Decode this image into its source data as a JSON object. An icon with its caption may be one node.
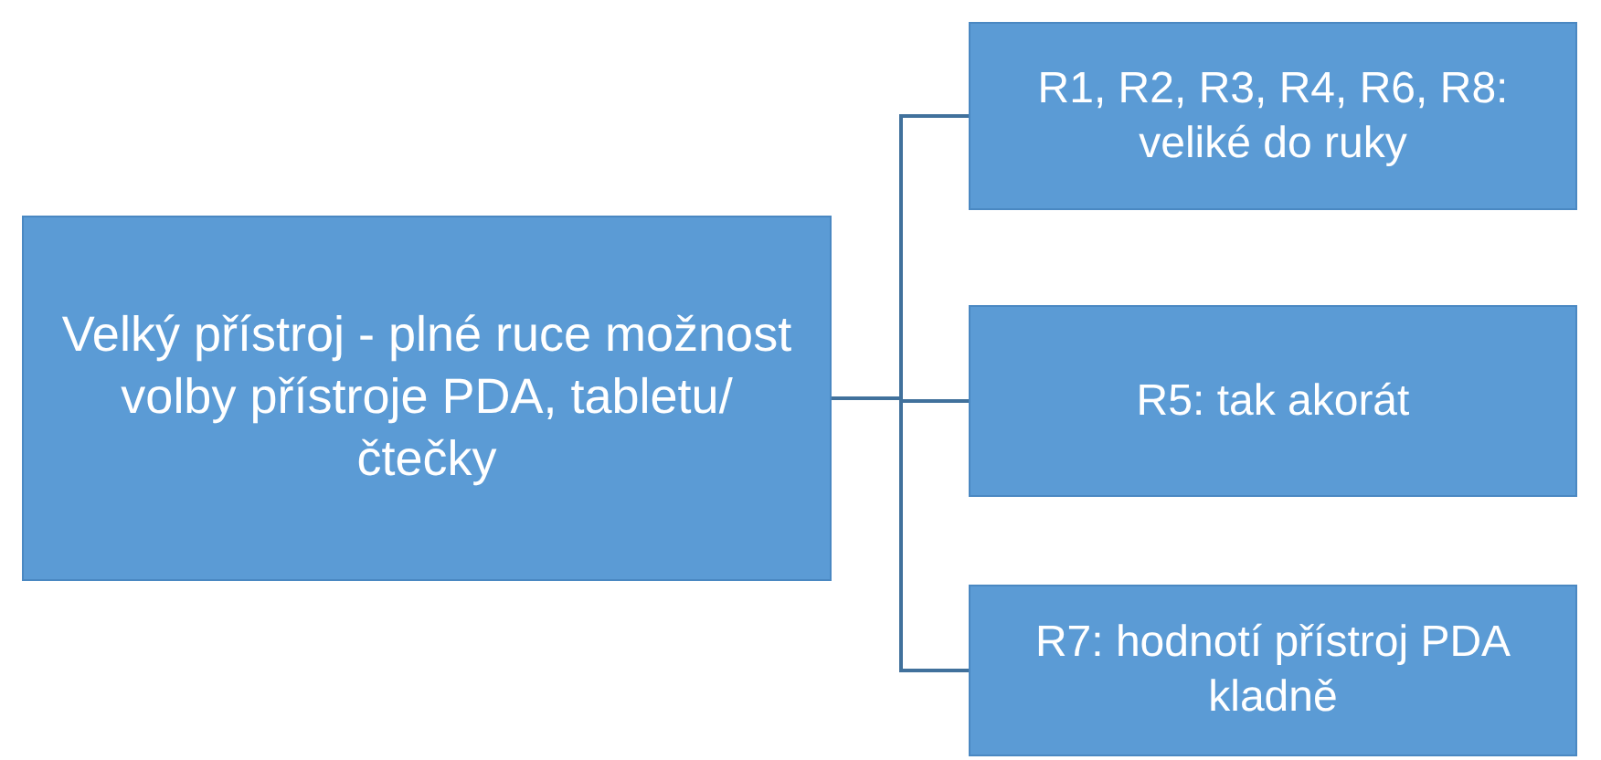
{
  "diagram": {
    "nodes": [
      {
        "text": [
          "Velký přístroj - plné ruce možnost volby přístroje PDA, tabletu/ čtečky"
        ]
      },
      {
        "text": [
          "R1, R2, R3, R4, R6, R8: veliké do ruky"
        ]
      },
      {
        "text": [
          "R5: tak akorát"
        ]
      },
      {
        "text": [
          "R7: hodnotí přístroj PDA kladně"
        ]
      }
    ],
    "edges": [
      {
        "from": 0,
        "to": 1,
        "arrow": "none"
      },
      {
        "from": 0,
        "to": 2,
        "arrow": "none"
      },
      {
        "from": 0,
        "to": 3,
        "arrow": "none"
      }
    ]
  }
}
